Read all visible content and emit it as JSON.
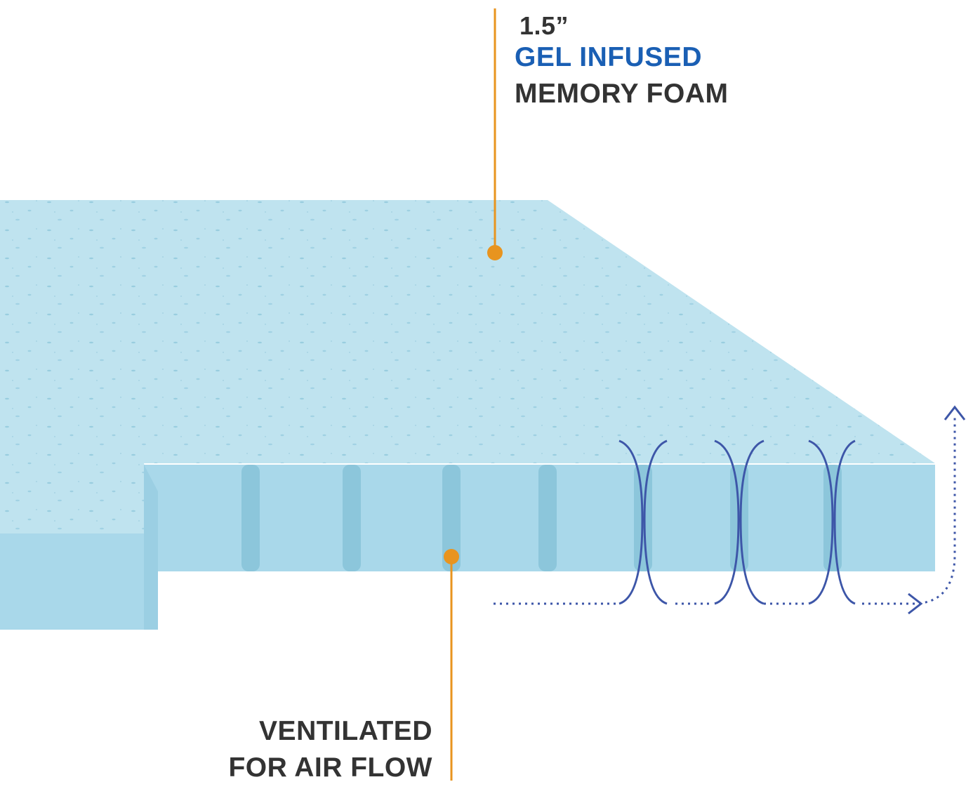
{
  "colors": {
    "foam_top": "#bfe3ef",
    "foam_side": "#a9d8ea",
    "foam_channel": "#8cc6db",
    "foam_speckle": "#6fb3cc",
    "callout_line": "#e8941f",
    "airflow": "#3d56a8",
    "text_dark": "#333333",
    "text_accent": "#1a5fb4"
  },
  "labels": {
    "thickness": "1.5”",
    "gel": "GEL INFUSED",
    "memory_foam": "MEMORY FOAM",
    "ventilated_line1": "VENTILATED",
    "ventilated_line2": "FOR AIR FLOW"
  },
  "icons": {
    "callout_dot": "orange-dot",
    "airflow_arrow": "dotted-arrow"
  }
}
